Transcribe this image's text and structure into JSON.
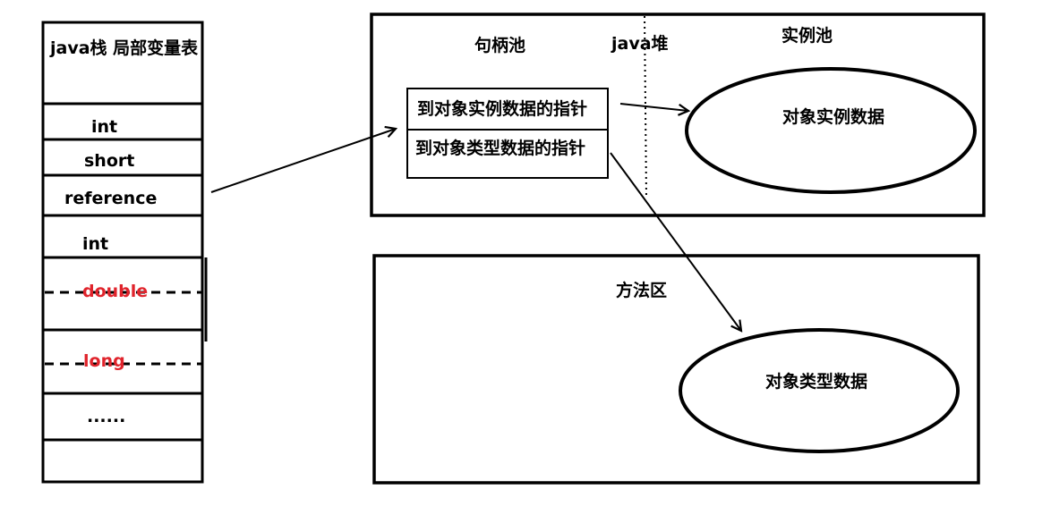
{
  "stack": {
    "title": "java栈 局部变量表",
    "slots": [
      "int",
      "short",
      "reference",
      "int",
      "double",
      "long",
      "......"
    ],
    "wide_slot_color": "#e0242c"
  },
  "heap": {
    "title": "java堆",
    "handle_pool": {
      "title": "句柄池",
      "pointers": [
        "到对象实例数据的指针",
        "到对象类型数据的指针"
      ]
    },
    "instance_pool": {
      "title": "实例池",
      "object": "对象实例数据"
    }
  },
  "method_area": {
    "title": "方法区",
    "object": "对象类型数据"
  },
  "colors": {
    "line": "#000000",
    "background": "#ffffff"
  }
}
